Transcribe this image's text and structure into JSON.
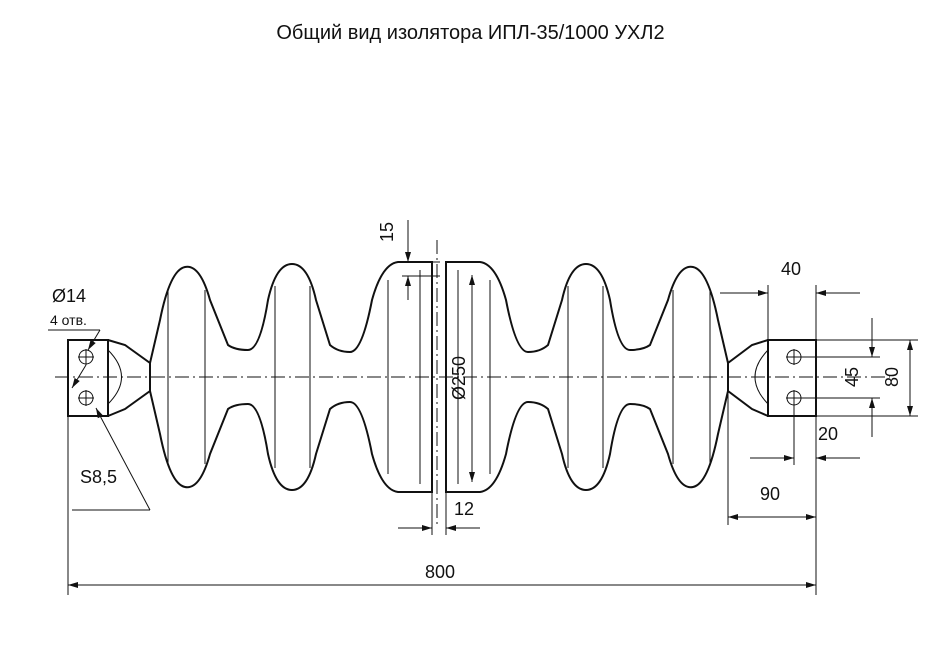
{
  "title": "Общий вид изолятора ИПЛ-35/1000 УХЛ2",
  "dimensions": {
    "total_length": "800",
    "shed_diameter": "Ø250",
    "shed_thickness": "15",
    "gap": "12",
    "fitting_width": "40",
    "fitting_height": "80",
    "hole_spacing": "45",
    "hole_offset": "20",
    "fitting_length": "90",
    "hole_diameter": "Ø14",
    "hole_count": "4 отв.",
    "plate_thickness": "S8,5"
  }
}
